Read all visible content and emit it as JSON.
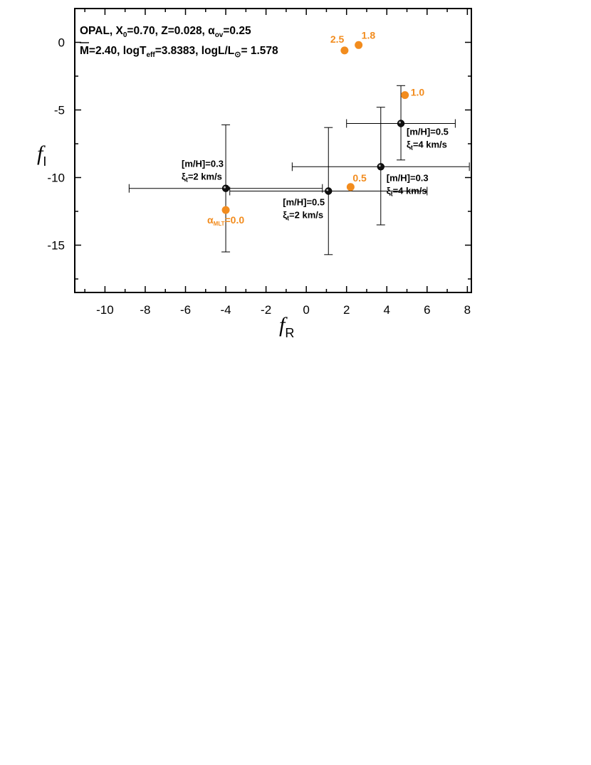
{
  "chart_data": {
    "type": "scatter",
    "xlim": [
      -11.5,
      8.2
    ],
    "ylim": [
      -18.5,
      2.5
    ],
    "x_ticks": [
      -10,
      -8,
      -6,
      -4,
      -2,
      0,
      2,
      4,
      6,
      8
    ],
    "y_ticks": [
      0,
      -5,
      -10,
      -15
    ],
    "xlabel": {
      "main": "f",
      "sub": "R"
    },
    "ylabel": {
      "main": "f",
      "sub": "I"
    },
    "header": {
      "line1": [
        "OPAL, X",
        "0",
        "=0.70, Z=0.028, α",
        "ov",
        "=0.25"
      ],
      "line2": [
        "M=2.40, logT",
        "eff",
        "=3.8383, logL/L",
        "⊙",
        "= 1.578"
      ]
    },
    "series": [
      {
        "color": "#000000",
        "points": [
          {
            "x": -4.0,
            "y": -10.8,
            "x_lo": -8.8,
            "x_hi": 0.8,
            "y_lo": -15.5,
            "y_hi": -6.1,
            "label1": "[m/H]=0.3",
            "label2a": "ξ",
            "label2sub": "t",
            "label2b": "=2 km/s"
          },
          {
            "x": 1.1,
            "y": -11.0,
            "x_lo": -3.8,
            "x_hi": 6.0,
            "y_lo": -15.7,
            "y_hi": -6.3,
            "label1": "[m/H]=0.5",
            "label2a": "ξ",
            "label2sub": "t",
            "label2b": "=2 km/s"
          },
          {
            "x": 3.7,
            "y": -9.2,
            "x_lo": -0.7,
            "x_hi": 8.1,
            "y_lo": -13.5,
            "y_hi": -4.8,
            "label1": "[m/H]=0.3",
            "label2a": "ξ",
            "label2sub": "t",
            "label2b": "=4 km/s"
          },
          {
            "x": 4.7,
            "y": -6.0,
            "x_lo": 2.0,
            "x_hi": 7.4,
            "y_lo": -8.7,
            "y_hi": -3.2,
            "label1": "[m/H]=0.5",
            "label2a": "ξ",
            "label2sub": "t",
            "label2b": "=4 km/s"
          }
        ]
      },
      {
        "color": "#F28C1E",
        "points": [
          {
            "x": -4.0,
            "y": -12.4,
            "label": "=0.0",
            "label_prefix": "α",
            "label_sub": "MLT"
          },
          {
            "x": 2.2,
            "y": -10.7,
            "label": "0.5"
          },
          {
            "x": 4.9,
            "y": -3.9,
            "label": "1.0"
          },
          {
            "x": 2.6,
            "y": -0.2,
            "label": "1.8"
          },
          {
            "x": 1.9,
            "y": -0.6,
            "label": "2.5"
          }
        ]
      }
    ]
  }
}
